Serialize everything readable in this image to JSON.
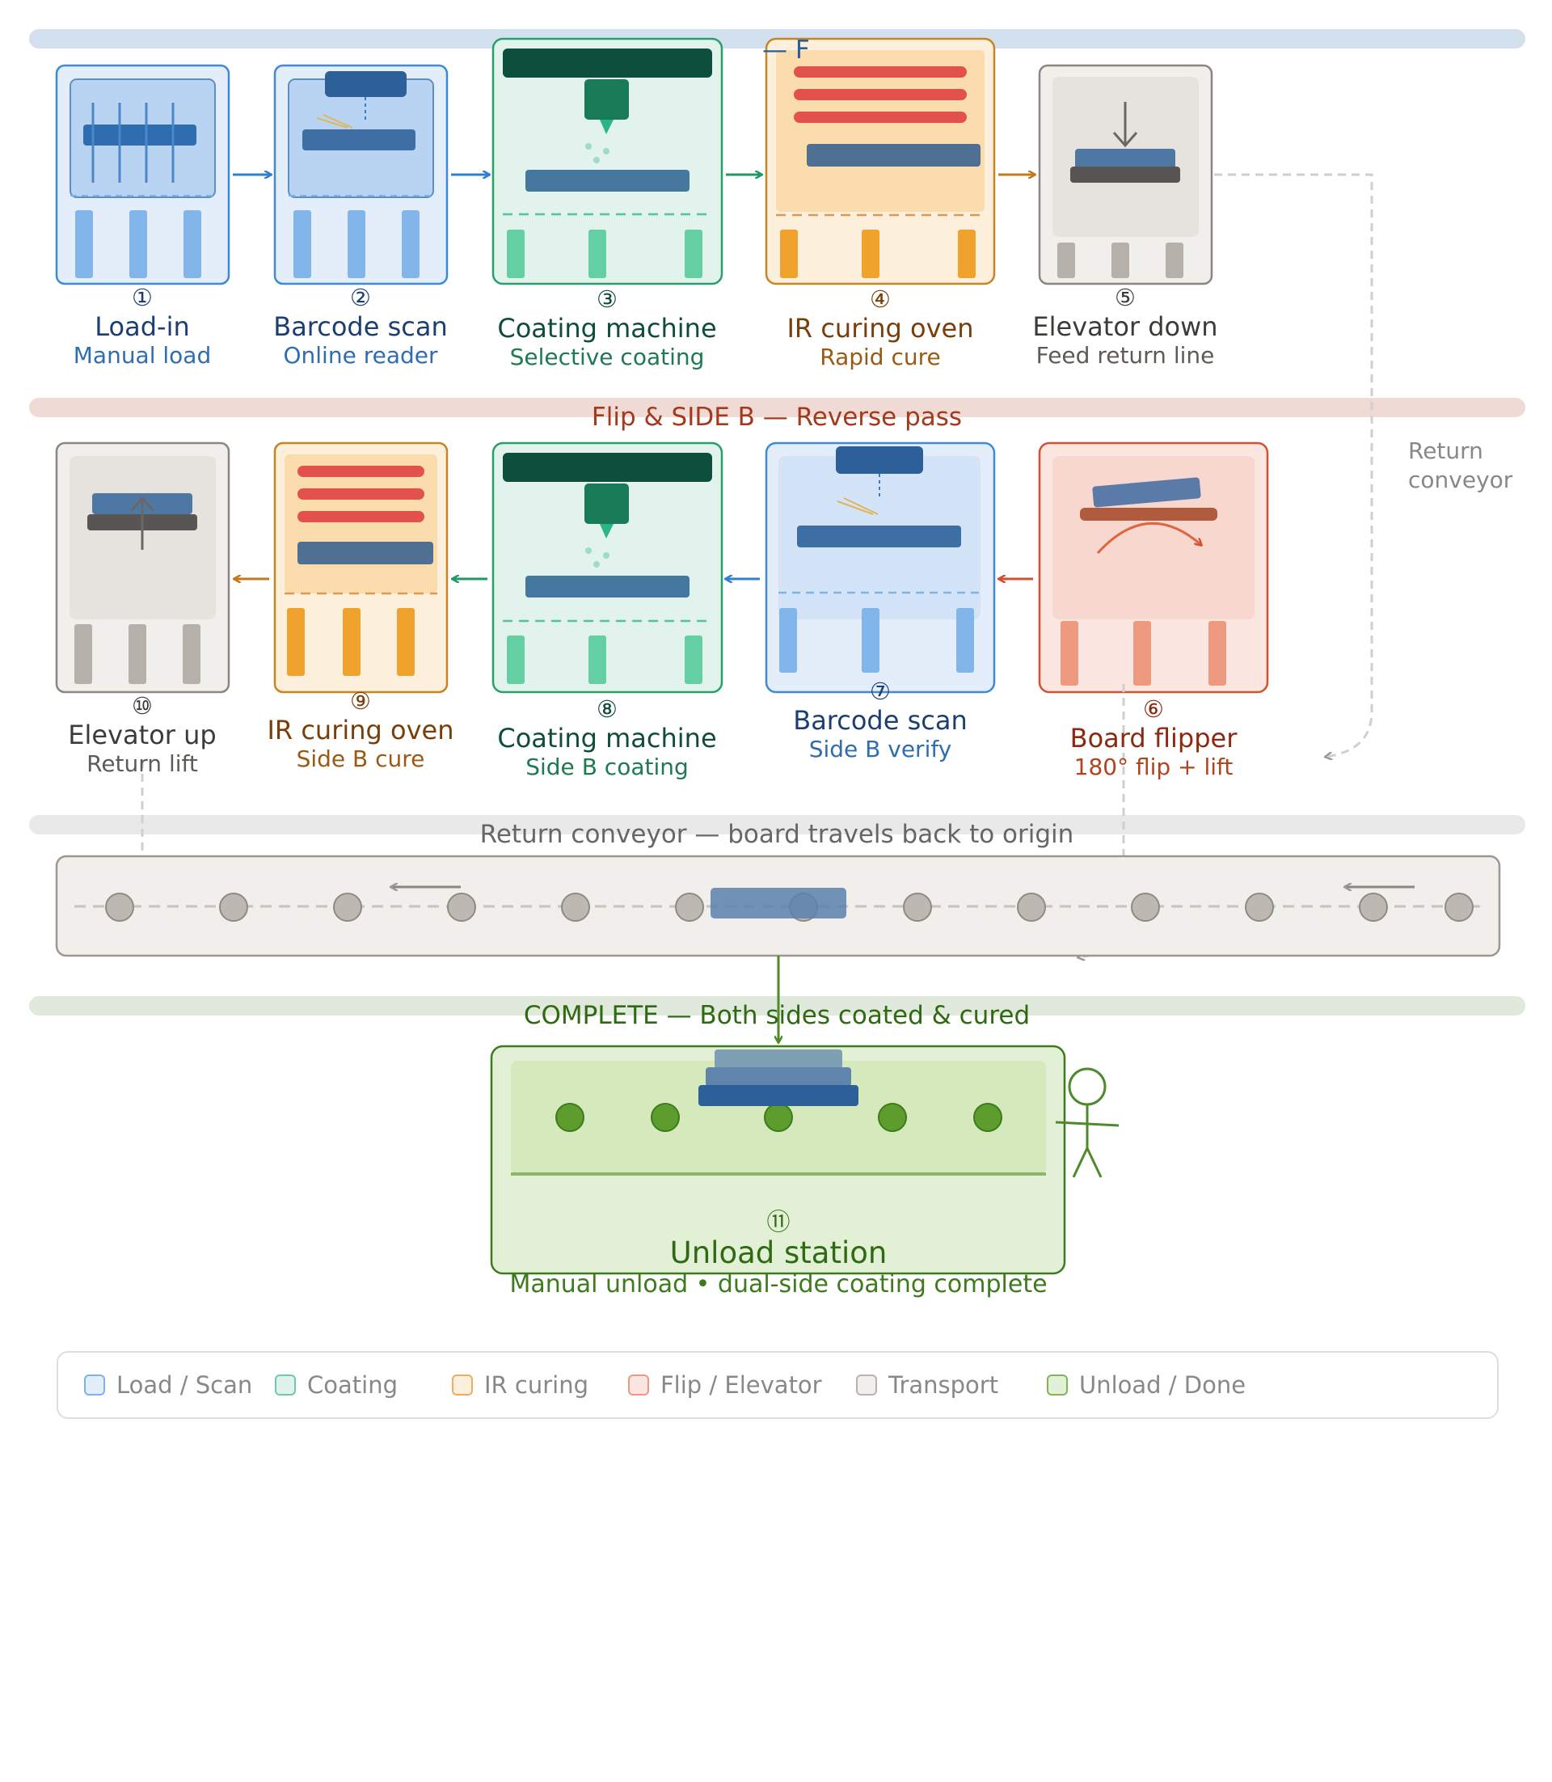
{
  "bands": {
    "side_a": "— F",
    "side_b": "Flip & SIDE B — Reverse pass",
    "return": "Return conveyor — board travels back to origin",
    "complete": "COMPLETE — Both sides coated & cured"
  },
  "stations": [
    {
      "num": "①",
      "title": "Load-in",
      "sub": "Manual load"
    },
    {
      "num": "②",
      "title": "Barcode scan",
      "sub": "Online reader"
    },
    {
      "num": "③",
      "title": "Coating machine",
      "sub": "Selective coating"
    },
    {
      "num": "④",
      "title": "IR curing oven",
      "sub": "Rapid cure"
    },
    {
      "num": "⑤",
      "title": "Elevator down",
      "sub": "Feed return line"
    },
    {
      "num": "⑥",
      "title": "Board flipper",
      "sub": "180° flip + lift"
    },
    {
      "num": "⑦",
      "title": "Barcode scan",
      "sub": "Side B verify"
    },
    {
      "num": "⑧",
      "title": "Coating machine",
      "sub": "Side B coating"
    },
    {
      "num": "⑨",
      "title": "IR curing oven",
      "sub": "Side B cure"
    },
    {
      "num": "⑩",
      "title": "Elevator up",
      "sub": "Return lift"
    }
  ],
  "unload": {
    "num": "⑪",
    "title": "Unload station",
    "sub": "Manual unload • dual-side coating complete"
  },
  "side_note": {
    "line1": "Return",
    "line2": "conveyor"
  },
  "legend": [
    {
      "label": "Load / Scan",
      "fill": "#e3eefb",
      "stroke": "#7fb2e6"
    },
    {
      "label": "Coating",
      "fill": "#dff3ec",
      "stroke": "#6fcaa6"
    },
    {
      "label": "IR curing",
      "fill": "#fcefdc",
      "stroke": "#e9ae64"
    },
    {
      "label": "Flip / Elevator",
      "fill": "#fbe6e1",
      "stroke": "#e89a86"
    },
    {
      "label": "Transport",
      "fill": "#f1efeb",
      "stroke": "#b7b3ac"
    },
    {
      "label": "Unload / Done",
      "fill": "#e2f0d6",
      "stroke": "#82b45a"
    }
  ],
  "colors": {
    "blue": "#2f80d1",
    "navy": "#1c3f73",
    "green": "#1e7a4f",
    "orange": "#c27a1a",
    "gray": "#8a8680",
    "red": "#d4502e",
    "done": "#3e7a1e"
  }
}
